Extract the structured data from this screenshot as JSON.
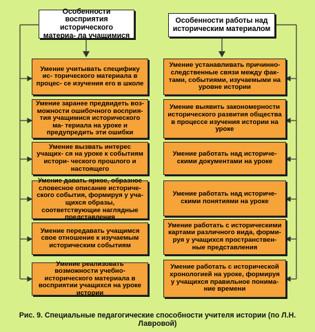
{
  "diagram": {
    "left_column": {
      "header": "Особенности восприятия исторического материа- ла учащимися",
      "items": [
        "Умение учитывать специфику ис- торического материала в процес- се изучения его в школе",
        "Умение заранее предвидеть воз- можности ошибочного восприя- тия учащимися исторического ма- териала на уроке и предупредить эти ошибки",
        "Умение вызвать интерес учащих- ся на уроке к событиям истори- ческого прошлого и настоящего",
        "Умение давать яркое, образное словесное описание историче- ского события, формируя у уча- щихся образы, соответствующие наглядные представления",
        "Умение передавать учащимся свое отношение к изучаемым историческим событиям",
        "Умение реализовать возможности учебно-исторического материала в восприятии учащихся на уроке истории"
      ]
    },
    "right_column": {
      "header": "Особенности работы над историческим материалом",
      "items": [
        "Умение устанавливать причинно- следственные связи между фак- тами, событиями, изучаемыми на уровне истории",
        "Умение выявить закономерности исторического развития общества в процессе изучения истории на уроке",
        "Умение работать над историче- скими документами на уроке",
        "Умение работать над историче- скими понятиями на уроке",
        "Умение работать с историческими картами различного вида, форми- руя у учащихся пространствен- ные представления",
        "Умение работать с исторической хронологией на уроке, формируя у учащихся правильное понима- ние времени"
      ]
    },
    "caption": "Рис. 9. Специальные педагогические способности учителя истории (по Л.Н. Лавровой)",
    "colors": {
      "background": "#d8f08a",
      "item_fill": "#f6a33a",
      "header_fill": "#ffffff",
      "lines": "#333333"
    }
  }
}
